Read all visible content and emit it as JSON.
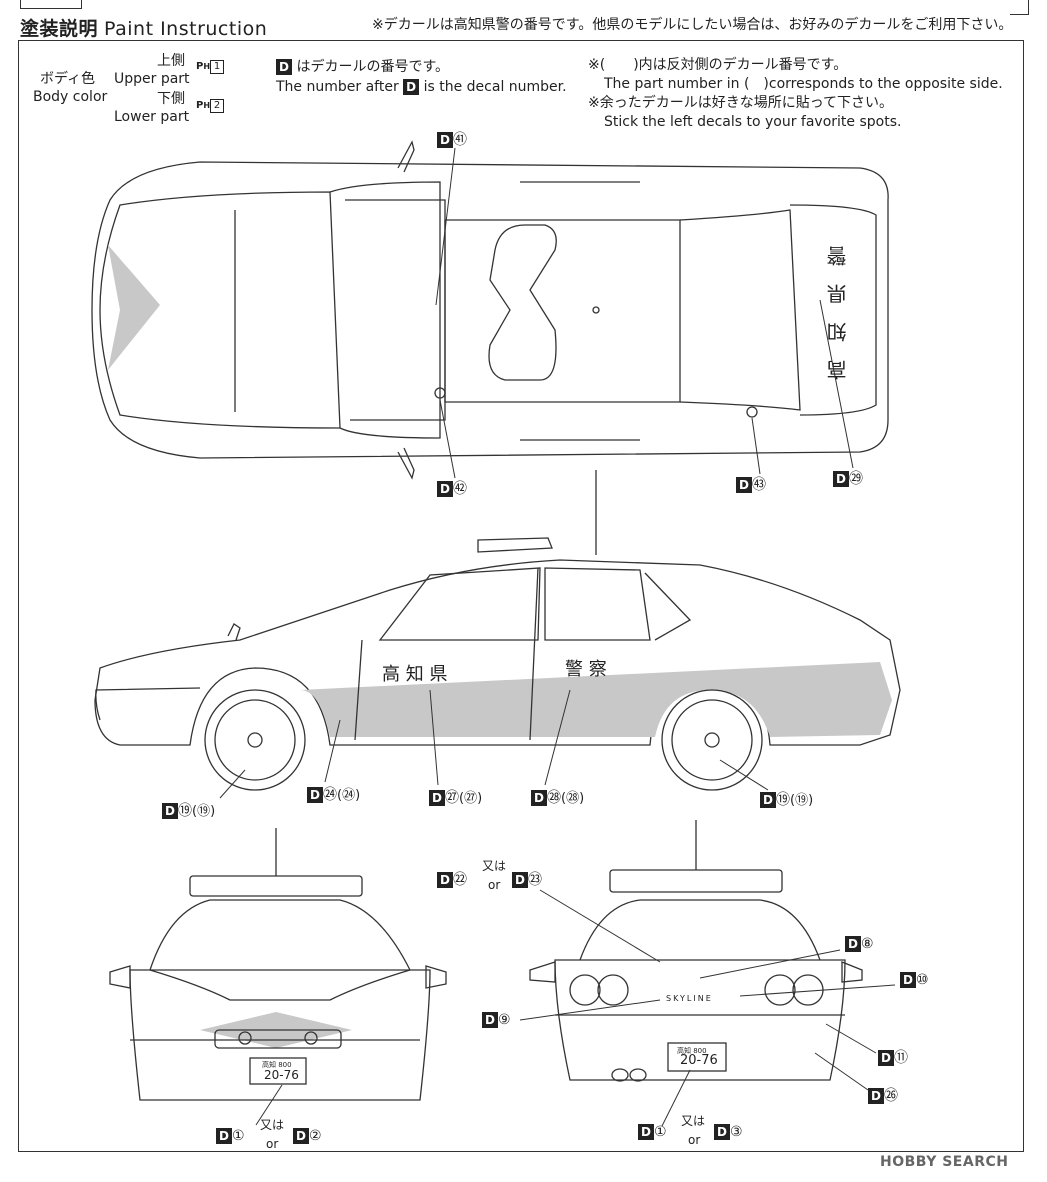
{
  "header": {
    "title_jp": "塗装説明",
    "title_en": "Paint Instruction",
    "top_note": "※デカールは高知県警の番号です。他県のモデルにしたい場合は、お好みのデカールをご利用下さい。"
  },
  "body_color": {
    "label_jp": "ボディ色",
    "label_en": "Body color",
    "upper_jp": "上側",
    "upper_en": "Upper part",
    "upper_code": "1",
    "lower_jp": "下側",
    "lower_en": "Lower part",
    "lower_code": "2",
    "ph_mark": "P",
    "ph_sub": "H"
  },
  "decal_note": {
    "jp": "はデカールの番号です。",
    "en_prefix": "The number after",
    "en_suffix": "is the decal number."
  },
  "notes_right": {
    "paren_jp": "※(　　)内は反対側のデカール番号です。",
    "paren_en": "The part number in (　)corresponds to the opposite side.",
    "extra_jp": "※余ったデカールは好きな場所に貼って下さい。",
    "extra_en": "Stick the left decals to your favorite spots."
  },
  "D": "D",
  "or_jp": "又は",
  "or_en": "or",
  "roof_text": [
    "高",
    "知",
    "県",
    "警"
  ],
  "door_text_front": "高 知 県",
  "door_text_rear": "警 察",
  "plate_region": "高知 800",
  "plate_number": "20-76",
  "rear_badge": "SKYLINE",
  "callouts": {
    "c41": "㊶",
    "c42": "㊷",
    "c43": "㊸",
    "c29": "㉙",
    "c19a": "⑲",
    "c19a_p": "(⑲)",
    "c24": "㉔",
    "c24_p": "(㉔)",
    "c27": "㉗",
    "c27_p": "(㉗)",
    "c28": "㉘",
    "c28_p": "(㉘)",
    "c19b": "⑲",
    "c19b_p": "(⑲)",
    "c22": "㉒",
    "c23": "㉓",
    "c8": "⑧",
    "c10": "⑩",
    "c9": "⑨",
    "c11": "⑪",
    "c26": "㉖",
    "c1a": "①",
    "c2": "②",
    "c1b": "①",
    "c3": "③"
  },
  "watermark": "HOBBY SEARCH"
}
